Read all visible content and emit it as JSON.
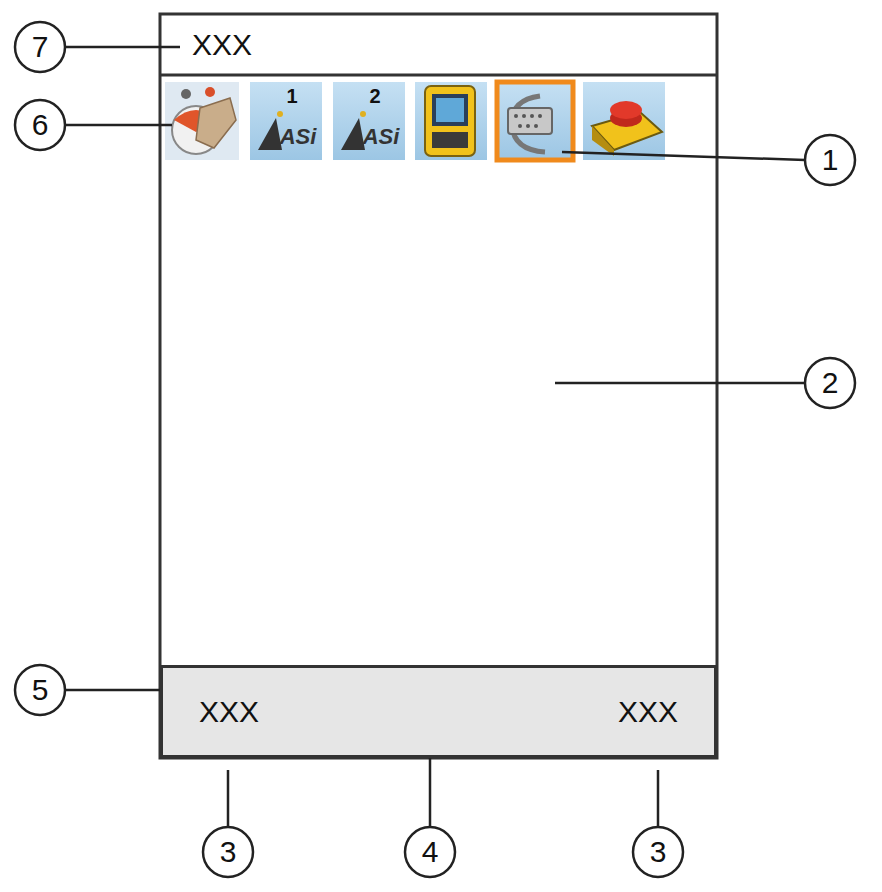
{
  "diagram": {
    "nodes": [
      {
        "text": [
          "XXX"
        ]
      },
      {
        "text": [
          "XXX",
          "XXX"
        ]
      }
    ],
    "labels": [
      "7",
      "6",
      "1",
      "2",
      "5",
      "3",
      "4",
      "3",
      "1",
      "ASi",
      "2",
      "ASi"
    ]
  }
}
